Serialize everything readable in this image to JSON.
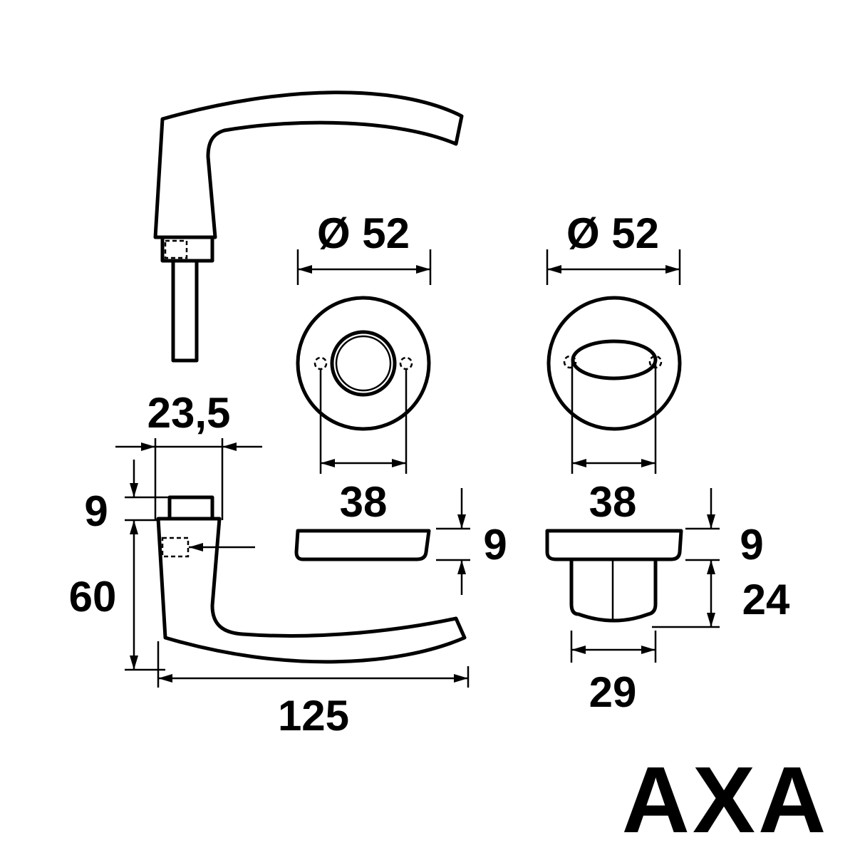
{
  "dimensions": {
    "rosette_diameter_left": "Ø 52",
    "rosette_diameter_right": "Ø 52",
    "handle_width": "23,5",
    "handle_collar": "9",
    "handle_height": "60",
    "handle_length": "125",
    "rosette_hole_left": "38",
    "rosette_hole_right": "38",
    "rosette_thickness_left": "9",
    "rosette_thickness_right": "9",
    "cylinder_depth": "24",
    "cylinder_width": "29"
  },
  "brand": {
    "logo": "AXA",
    "color": "#000000"
  }
}
